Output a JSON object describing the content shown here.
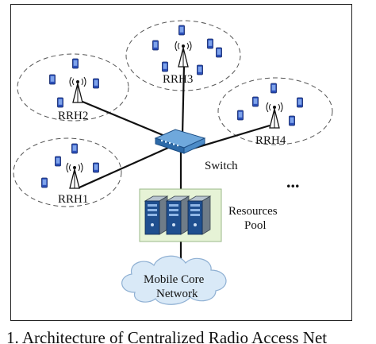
{
  "rrh_labels": [
    "RRH1",
    "RRH2",
    "RRH3",
    "RRH4"
  ],
  "switch_label": "Switch",
  "ellipsis": "...",
  "pool_label_line1": "Resources",
  "pool_label_line2": "Pool",
  "cloud_line1": "Mobile Core",
  "cloud_line2": "Network",
  "caption": "1. Architecture of Centralized Radio Access Net",
  "colors": {
    "device": "#2b4fb8",
    "pool_bg": "#e6f3d6",
    "switch": "#3a78b8",
    "cloud": "#d9e9f7"
  },
  "icons": [
    "tower-icon",
    "mobile-device-icon",
    "server-icon",
    "switch-icon",
    "cloud-icon"
  ]
}
